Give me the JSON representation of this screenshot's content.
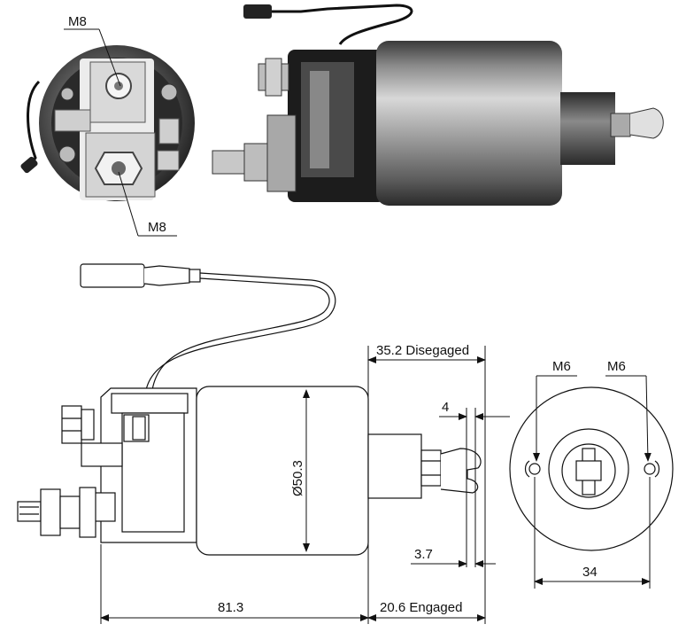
{
  "photo_labels": {
    "top_terminal": "M8",
    "bottom_terminal": "M8"
  },
  "dimensions": {
    "diameter": "Ø50.3",
    "body_length": "81.3",
    "disengaged": "35.2 Disegaged",
    "engaged": "20.6 Engaged",
    "gap_top": "4",
    "gap_bottom": "3.7",
    "hole_spacing": "34"
  },
  "end_view": {
    "hole_left": "M6",
    "hole_right": "M6"
  }
}
